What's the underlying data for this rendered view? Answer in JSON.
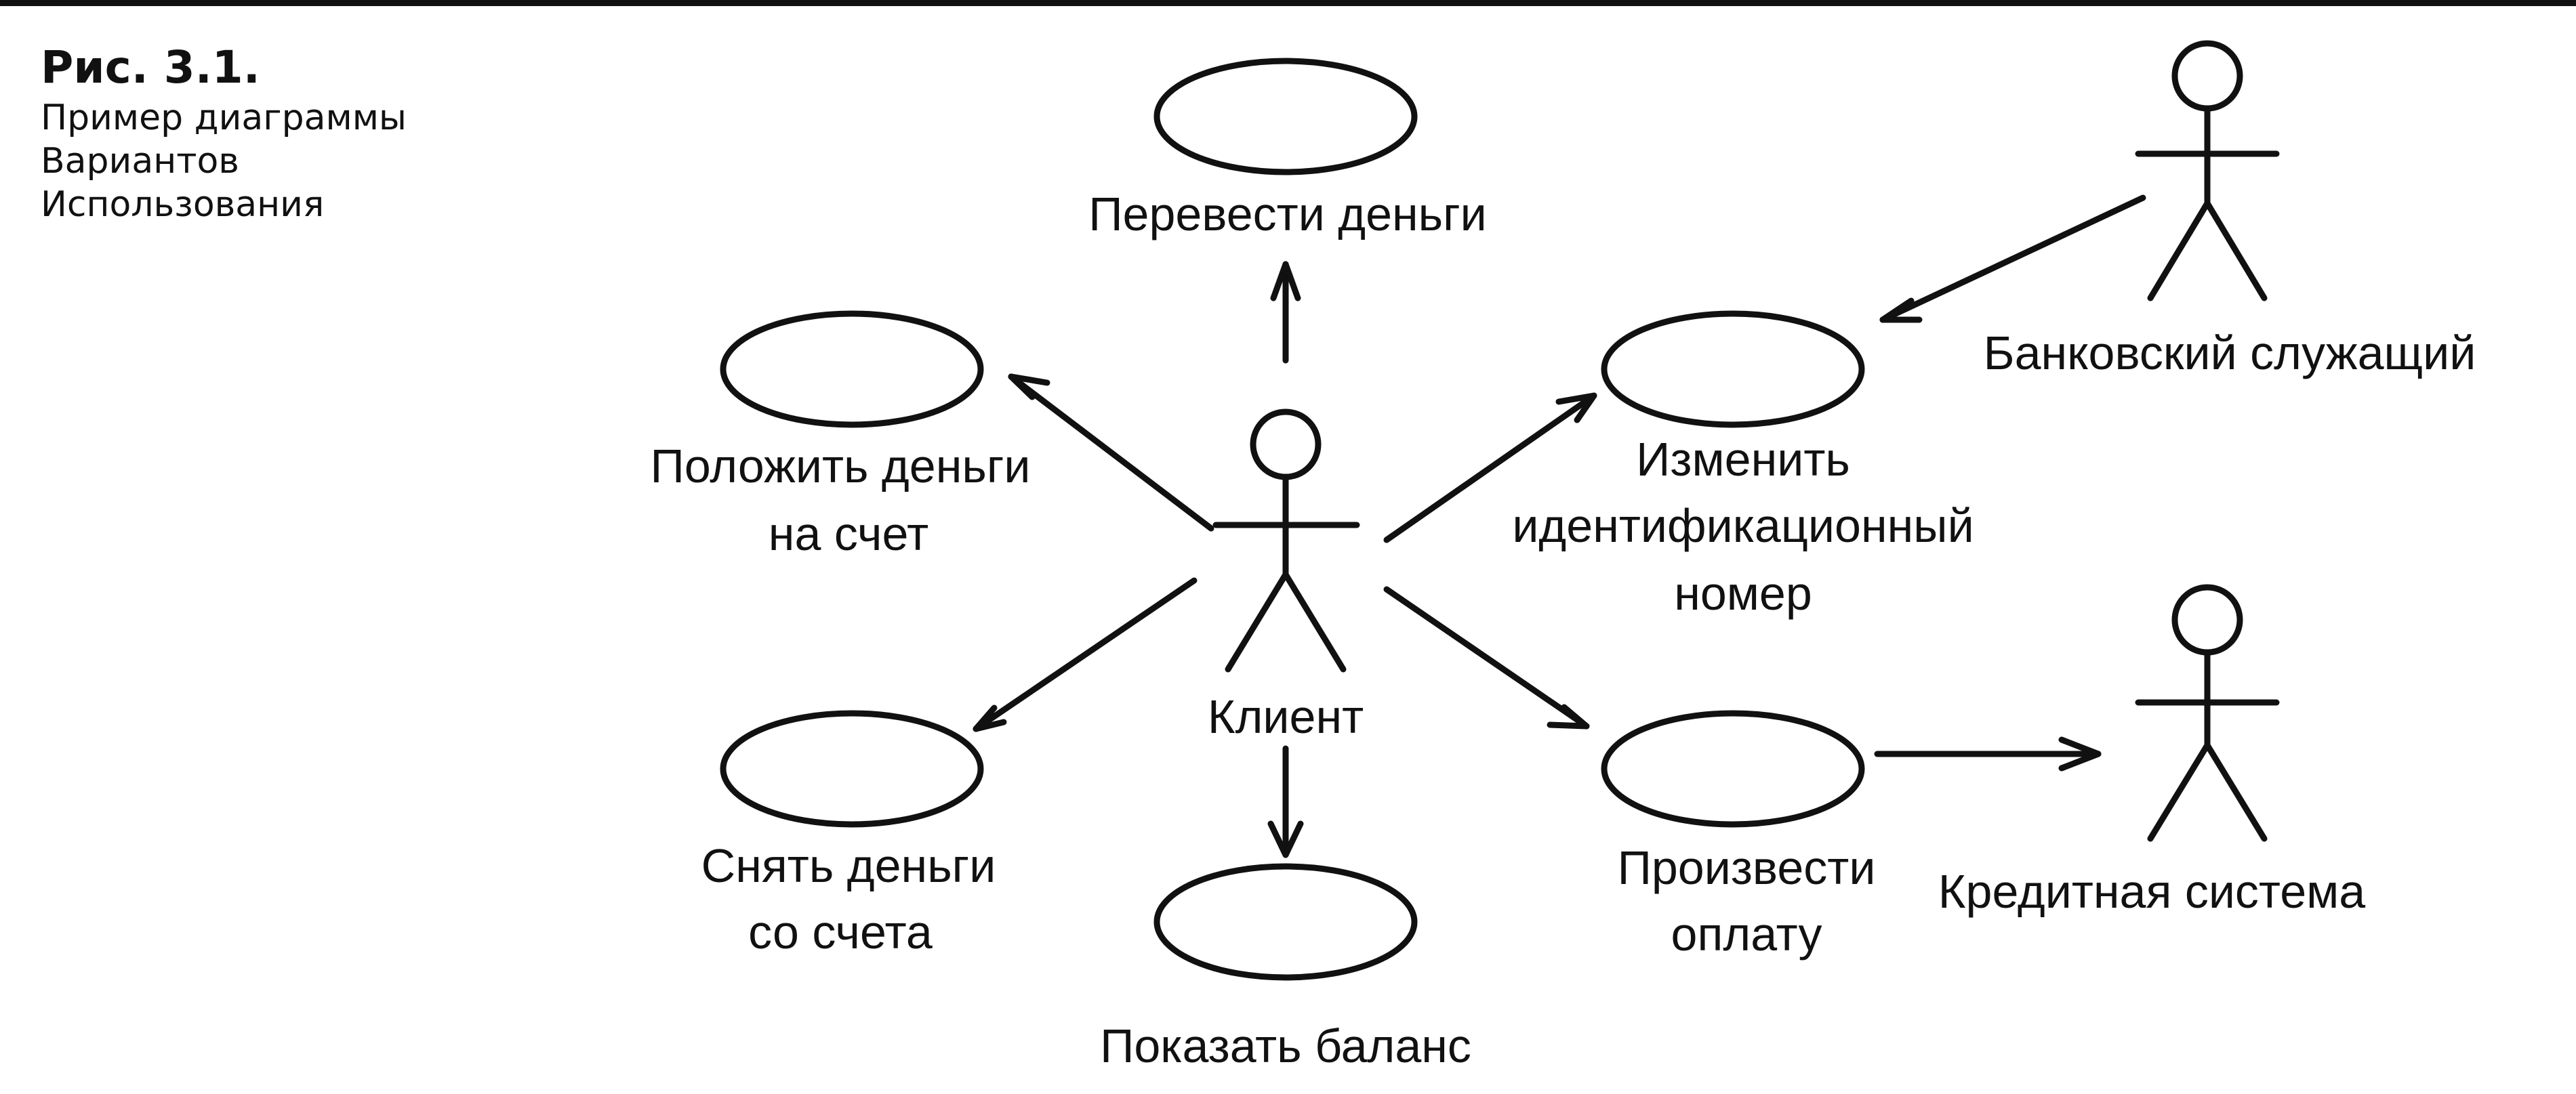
{
  "figure": {
    "caption_title": "Рис. 3.1.",
    "caption_lines": [
      "Пример диаграммы",
      "Вариантов",
      "Использования"
    ]
  },
  "actors": {
    "client": "Клиент",
    "bank_employee": "Банковский служащий",
    "credit_system": "Кредитная система"
  },
  "use_cases": {
    "transfer": [
      "Перевести деньги"
    ],
    "deposit": [
      "Положить деньги",
      "на счет"
    ],
    "withdraw": [
      "Снять деньги",
      "со счета"
    ],
    "balance": [
      "Показать баланс"
    ],
    "change_pin": [
      "Изменить",
      "идентификационный",
      "номер"
    ],
    "payment": [
      "Произвести",
      "оплату"
    ]
  },
  "colors": {
    "ink": "#111111",
    "background": "#ffffff"
  }
}
